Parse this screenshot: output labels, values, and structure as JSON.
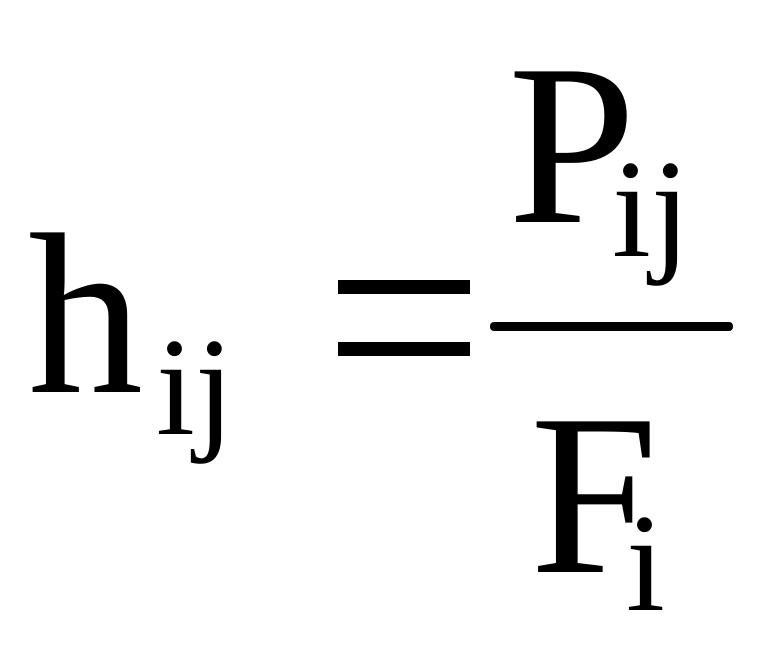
{
  "formula": {
    "lhs": {
      "symbol": "h",
      "subscript": "ij"
    },
    "operator": "=",
    "rhs": {
      "numerator": {
        "symbol": "P",
        "subscript": "ij"
      },
      "denominator": {
        "symbol": "F",
        "subscript": "i"
      }
    }
  }
}
